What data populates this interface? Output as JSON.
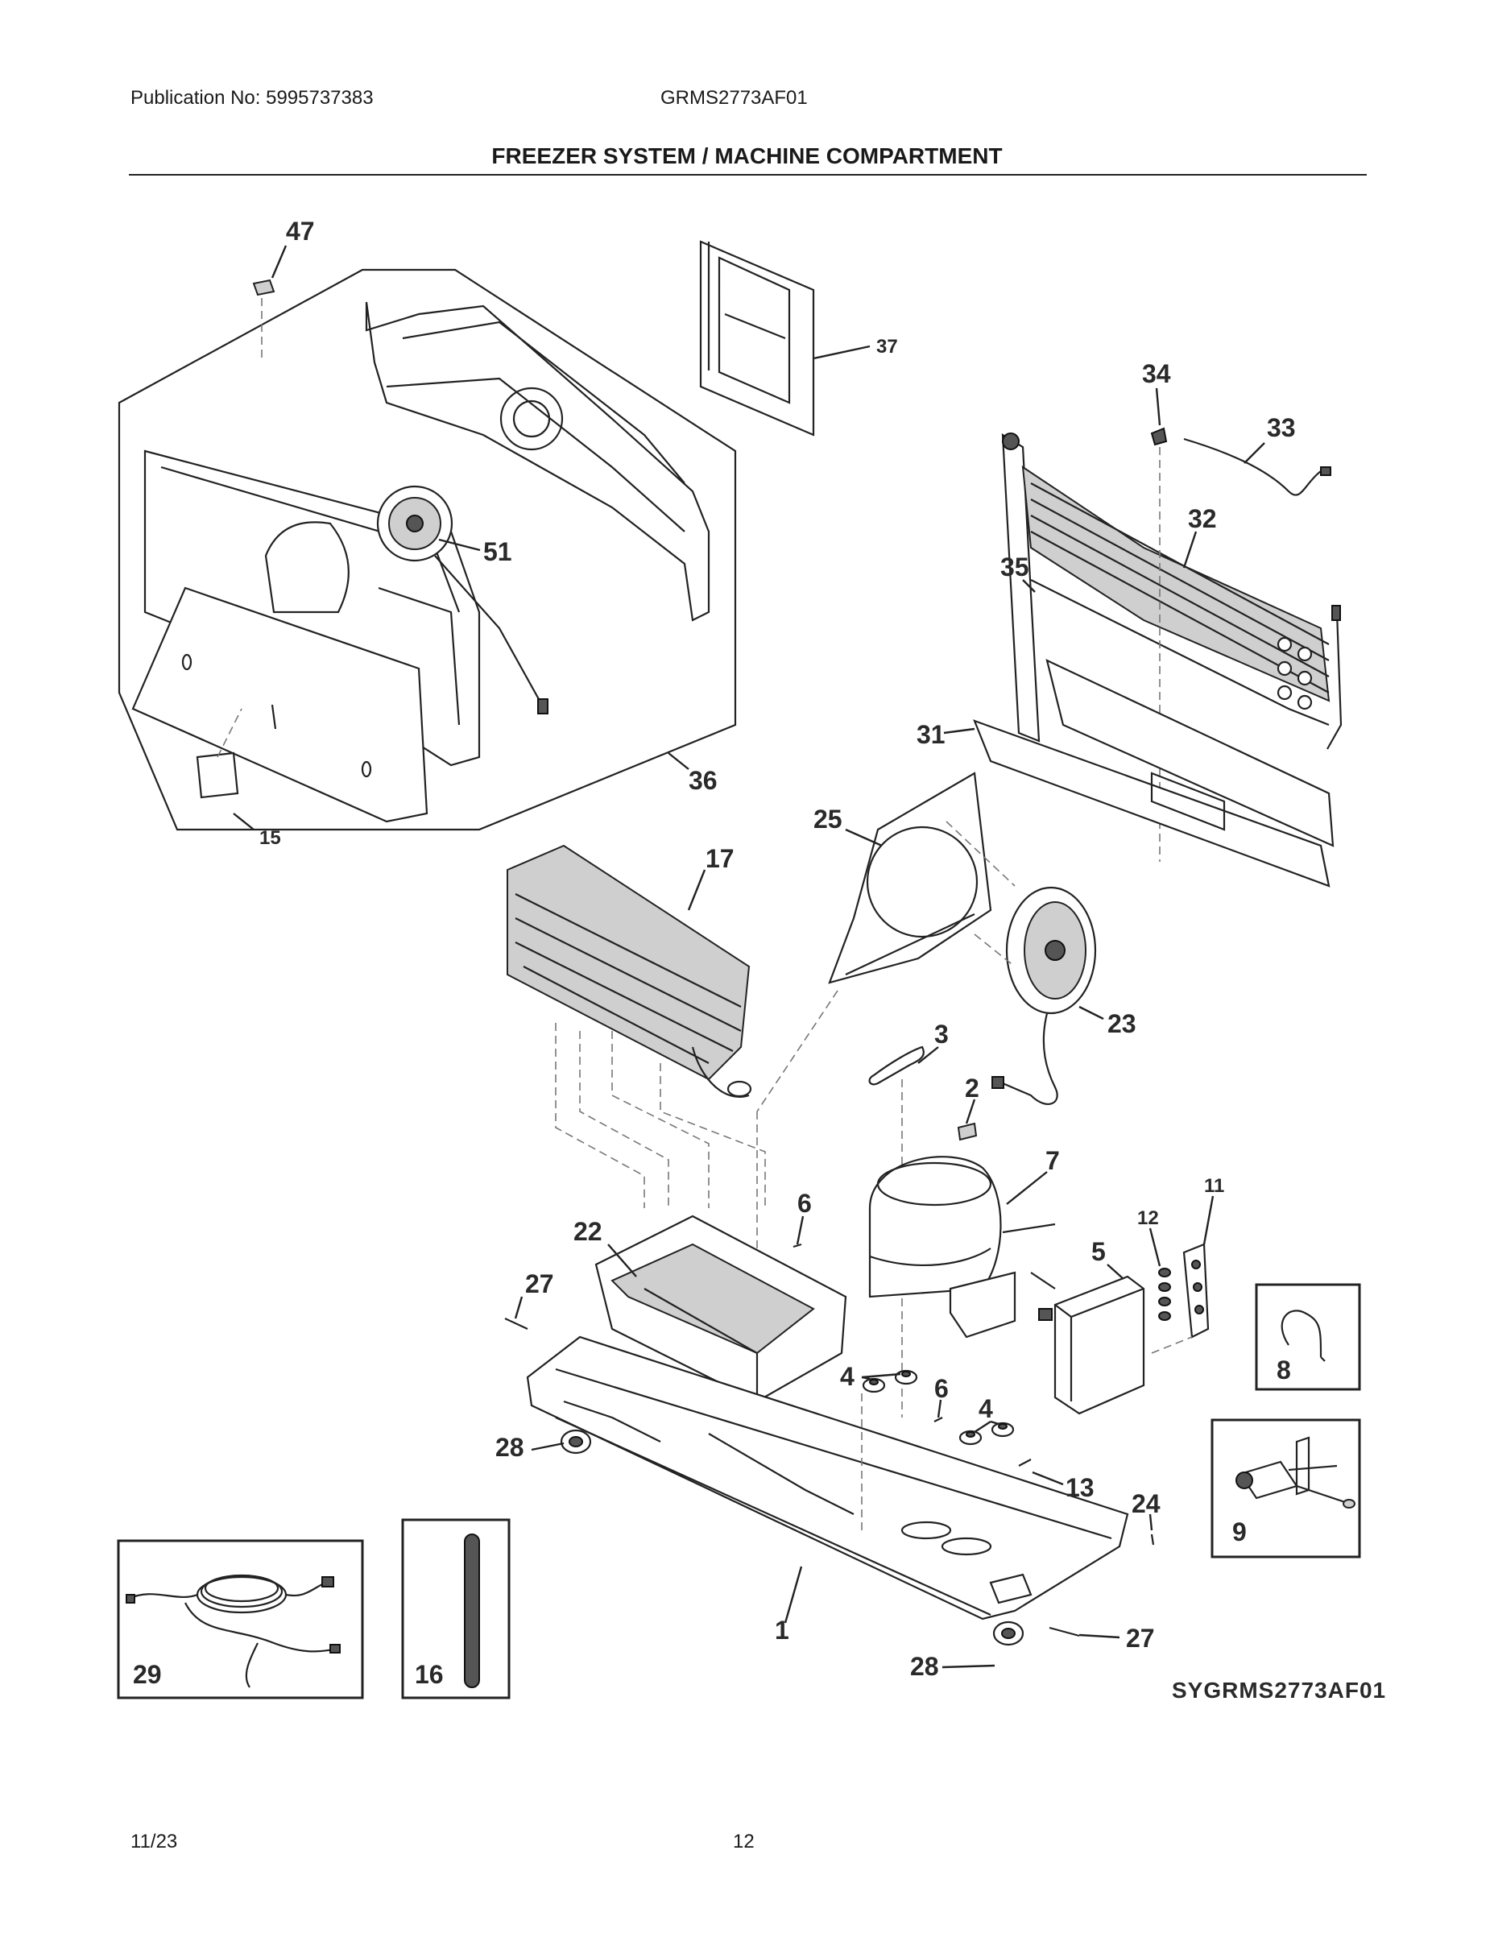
{
  "header": {
    "publication": "Publication No: 5995737383",
    "model": "GRMS2773AF01",
    "title": "FREEZER SYSTEM / MACHINE COMPARTMENT"
  },
  "diagram": {
    "id_code": "SYGRMS2773AF01",
    "callouts": {
      "p47": "47",
      "p37": "37",
      "p34": "34",
      "p33": "33",
      "p32": "32",
      "p35": "35",
      "p51": "51",
      "p31": "31",
      "p36": "36",
      "p15": "15",
      "p25": "25",
      "p17": "17",
      "p23": "23",
      "p3": "3",
      "p2": "2",
      "p7": "7",
      "p11": "11",
      "p12": "12",
      "p22": "22",
      "p6a": "6",
      "p5": "5",
      "p27a": "27",
      "p4a": "4",
      "p6b": "6",
      "p4b": "4",
      "p8": "8",
      "p28a": "28",
      "p13": "13",
      "p24": "24",
      "p9": "9",
      "p1": "1",
      "p27b": "27",
      "p28b": "28",
      "p29": "29",
      "p16": "16"
    }
  },
  "footer": {
    "date": "11/23",
    "page": "12"
  }
}
